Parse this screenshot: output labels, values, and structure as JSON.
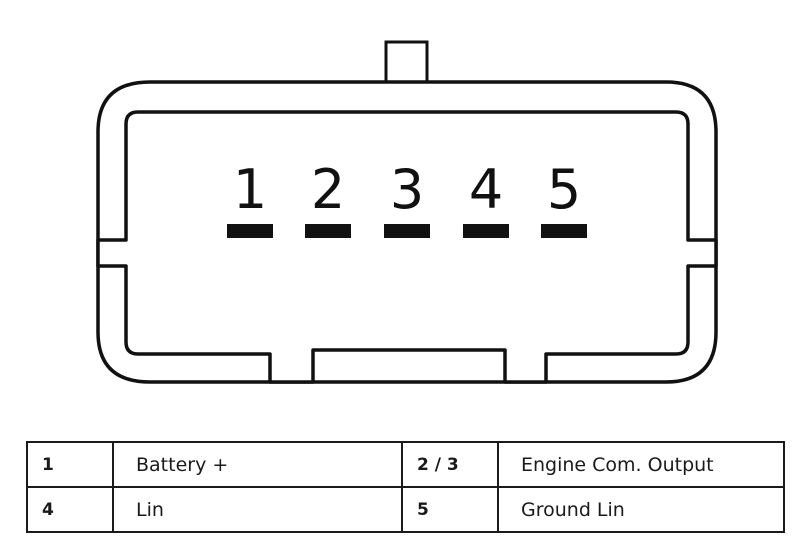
{
  "diagram": {
    "pins": [
      "1",
      "2",
      "3",
      "4",
      "5"
    ]
  },
  "pinout_table": {
    "rows": [
      [
        {
          "pin": "1",
          "function": "Battery +"
        },
        {
          "pin": "2 / 3",
          "function": "Engine Com. Output"
        }
      ],
      [
        {
          "pin": "4",
          "function": "Lin"
        },
        {
          "pin": "5",
          "function": "Ground Lin"
        }
      ]
    ]
  }
}
